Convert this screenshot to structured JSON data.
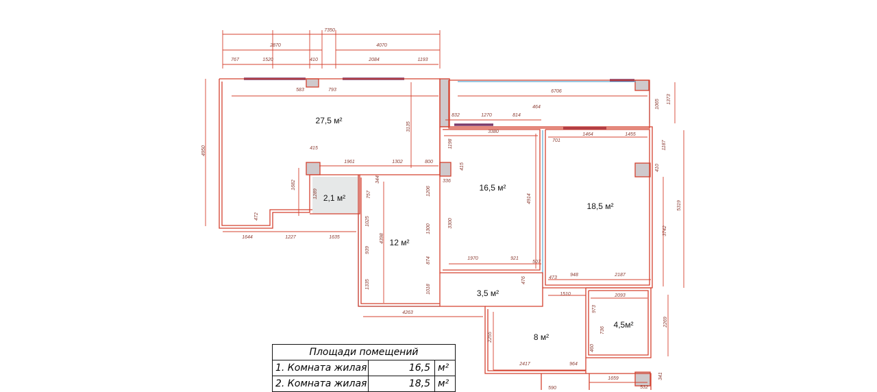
{
  "colors": {
    "wall": "#d4402e",
    "window": "#7a3a6a",
    "glass": "#5aa8d0",
    "column": "#cfc9cc"
  },
  "rooms": [
    "27,5 м²",
    "2,1 м²",
    "12 м²",
    "16,5 м²",
    "18,5 м²",
    "3,5 м²",
    "8 м²",
    "4,5м²"
  ],
  "dims": [
    "7350",
    "2870",
    "4070",
    "767",
    "1520",
    "410",
    "2084",
    "1193",
    "583",
    "793",
    "3135",
    "4950",
    "415",
    "1961",
    "1302",
    "800",
    "6706",
    "1065",
    "1373",
    "832",
    "1270",
    "814",
    "464",
    "3380",
    "1198",
    "701",
    "1464",
    "1455",
    "1187",
    "415",
    "410",
    "336",
    "344",
    "1682",
    "1289",
    "757",
    "1206",
    "4914",
    "5319",
    "3742",
    "3300",
    "472",
    "1025",
    "4398",
    "1300",
    "1644",
    "1227",
    "1635",
    "939",
    "874",
    "1970",
    "921",
    "507",
    "473",
    "948",
    "2187",
    "476",
    "1335",
    "1018",
    "1510",
    "2093",
    "973",
    "4263",
    "2269",
    "2255",
    "736",
    "460",
    "2417",
    "964",
    "1659",
    "341",
    "532",
    "590"
  ],
  "table": {
    "title": "Площади помещений",
    "rows": [
      {
        "name": "1. Комната жилая",
        "value": "16,5",
        "unit": "м²"
      },
      {
        "name": "2. Комната жилая",
        "value": "18,5",
        "unit": "м²"
      }
    ]
  }
}
